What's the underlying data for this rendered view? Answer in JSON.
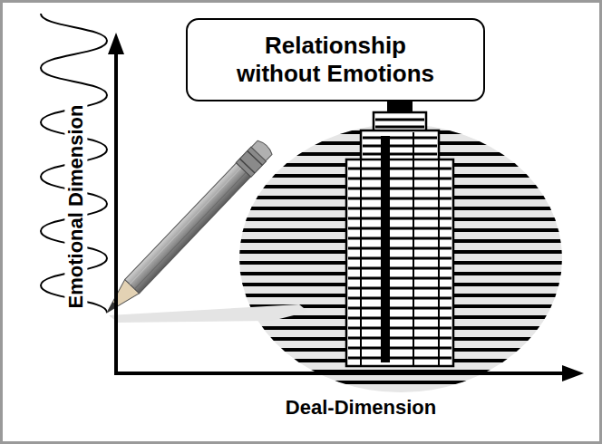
{
  "diagram": {
    "nodes": [
      {
        "text": [
          "Relationship without Emotions"
        ]
      }
    ],
    "labels": [
      "Emotional Dimension",
      "Deal-Dimension"
    ]
  }
}
